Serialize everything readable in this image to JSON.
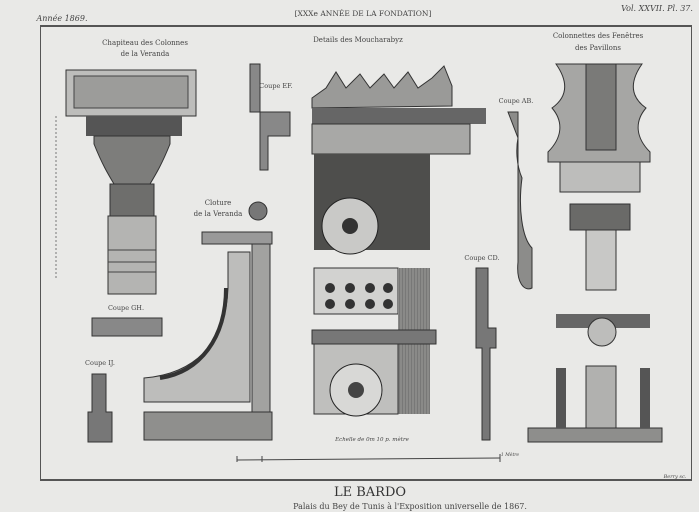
{
  "header": {
    "year": "Année 1869.",
    "title": "[XXXe ANNÉE DE LA FONDATION]",
    "volume": "Vol. XXVII. Pl. 37."
  },
  "labels": {
    "chapiteau_1": "Chapiteau des Colonnes",
    "chapiteau_2": "de la Veranda",
    "moucharabyz": "Details des Moucharabyz",
    "colonnettes_1": "Colonnettes des Fenêtres",
    "colonnettes_2": "des Pavillons",
    "coupe_ef": "Coupe EF.",
    "coupe_ab": "Coupe AB.",
    "cloture_1": "Cloture",
    "cloture_2": "de la Veranda",
    "coupe_cd": "Coupe CD.",
    "coupe_gh": "Coupe GH.",
    "coupe_ij": "Coupe IJ.",
    "echelle": "Echelle de 0m 10 p. mètre",
    "metre": "1 Mètre",
    "engraver": "Berry sc."
  },
  "footer": {
    "title": "LE BARDO",
    "subtitle": "Palais du Bey de Tunis à l'Exposition universelle de 1867."
  }
}
